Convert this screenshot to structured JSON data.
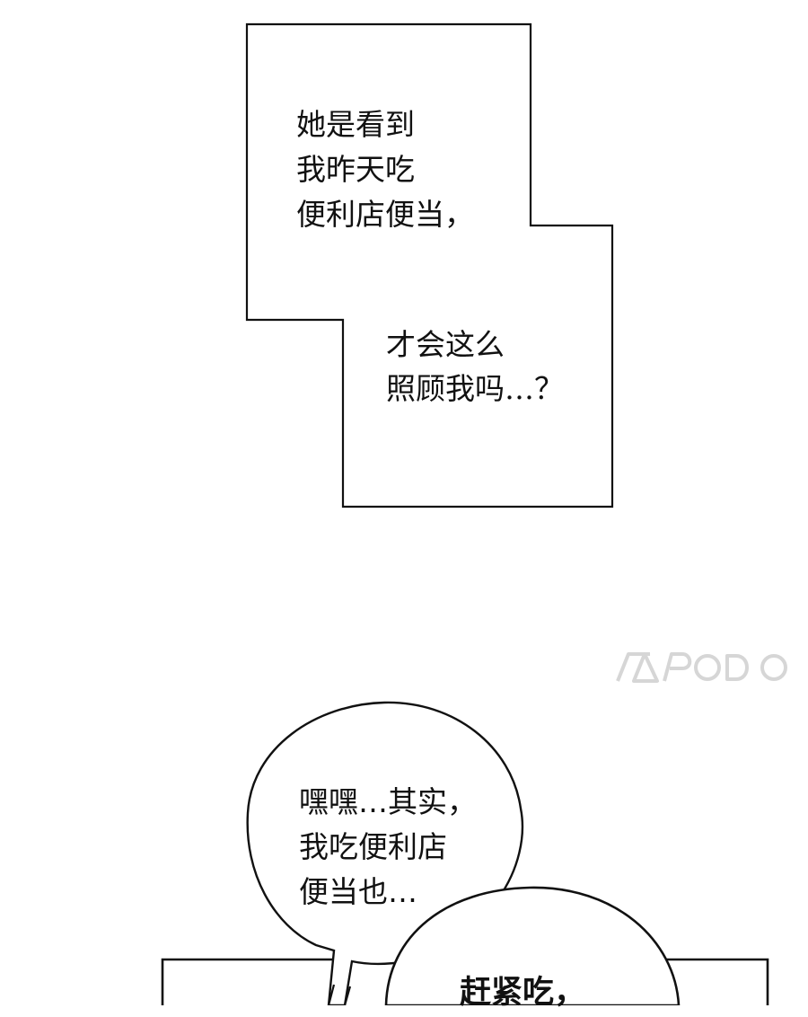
{
  "narration_box": {
    "lines_top": [
      "她是看到",
      "我昨天吃",
      "便利店便当，"
    ],
    "lines_bottom": [
      "才会这么",
      "照顾我吗…？"
    ]
  },
  "watermark": {
    "text": "PODO",
    "logo_name": "podo-logo"
  },
  "speech_bubble_left": {
    "lines": [
      "嘿嘿…其实，",
      "我吃便利店",
      "便当也…"
    ]
  },
  "speech_bubble_right": {
    "lines": [
      "赶紧吃，"
    ]
  },
  "colors": {
    "ink": "#111111",
    "paper": "#ffffff",
    "watermark": "#d9d9d9"
  }
}
